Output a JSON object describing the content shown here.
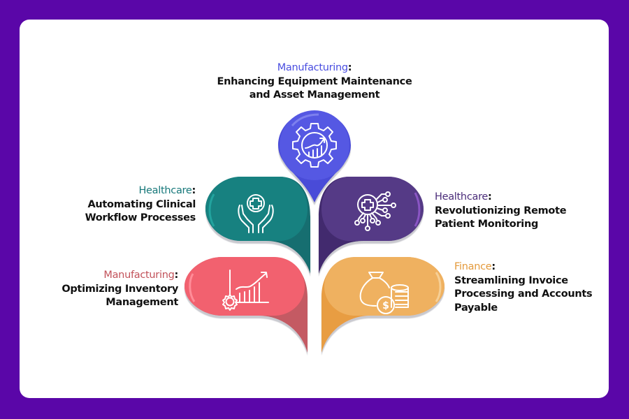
{
  "colors": {
    "background": "#5a06a8",
    "card": "#ffffff"
  },
  "items": [
    {
      "id": "equipment-maintenance",
      "category": "Manufacturing",
      "colon": ":",
      "line1": "Enhancing Equipment Maintenance",
      "line2": "and Asset Management",
      "icon": "gear-chart-icon",
      "category_color": "#4a4ee0",
      "color": "#5558e3"
    },
    {
      "id": "clinical-workflow",
      "category": "Healthcare",
      "colon": ":",
      "line1": "Automating Clinical",
      "line2": "Workflow Processes",
      "icon": "hands-medical-cross-icon",
      "category_color": "#17787a",
      "color": "#178180"
    },
    {
      "id": "remote-monitoring",
      "category": "Healthcare",
      "colon": ":",
      "line1": "Revolutionizing Remote",
      "line2": "Patient Monitoring",
      "icon": "medical-network-icon",
      "category_color": "#4b2d7a",
      "color": "#553a86"
    },
    {
      "id": "inventory-management",
      "category": "Manufacturing",
      "colon": ":",
      "line1": "Optimizing Inventory",
      "line2": "Management",
      "icon": "gear-growth-chart-icon",
      "category_color": "#c2525a",
      "color": "#f2616f"
    },
    {
      "id": "invoice-processing",
      "category": "Finance",
      "colon": ":",
      "line1": "Streamlining Invoice",
      "line2": "Processing and Accounts",
      "line3": "Payable",
      "icon": "money-bag-coins-icon",
      "category_color": "#e49a3c",
      "color": "#efb160"
    }
  ]
}
